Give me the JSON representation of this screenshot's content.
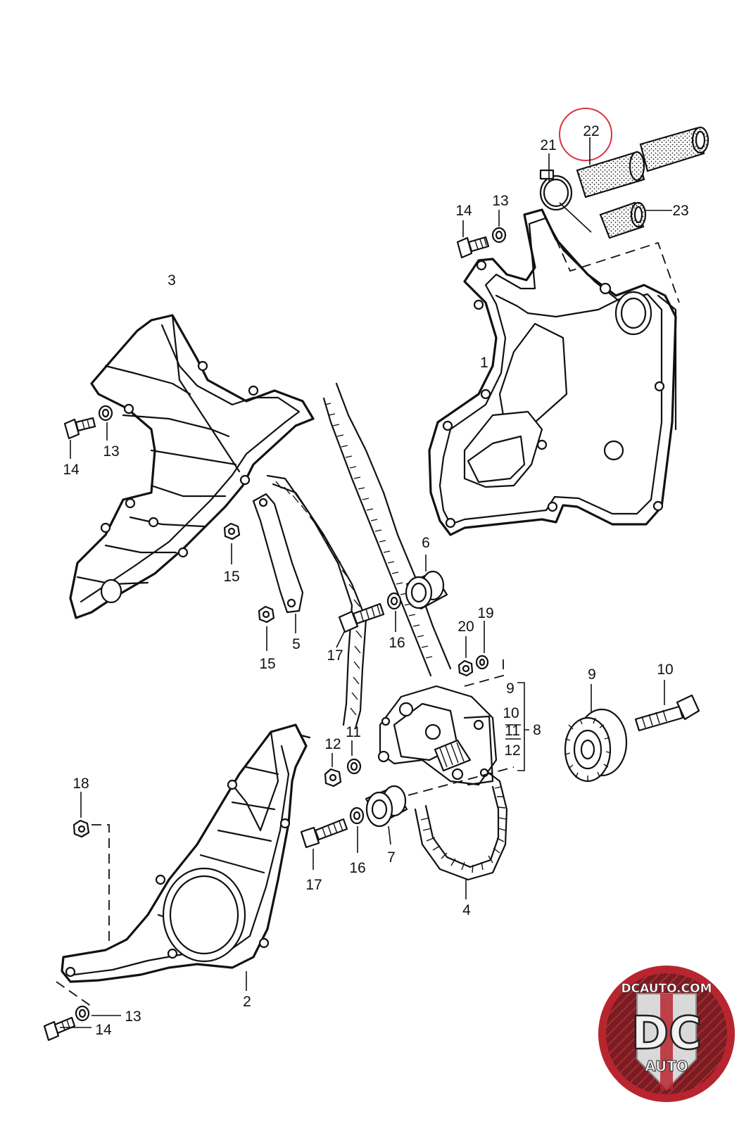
{
  "diagram": {
    "callouts": [
      {
        "id": "c1",
        "label": "1"
      },
      {
        "id": "c2",
        "label": "2"
      },
      {
        "id": "c3",
        "label": "3"
      },
      {
        "id": "c4",
        "label": "4"
      },
      {
        "id": "c5",
        "label": "5"
      },
      {
        "id": "c6",
        "label": "6"
      },
      {
        "id": "c7",
        "label": "7"
      },
      {
        "id": "c8",
        "label": "8"
      },
      {
        "id": "c9",
        "label": "9"
      },
      {
        "id": "c9b",
        "label": "9"
      },
      {
        "id": "c10",
        "label": "10"
      },
      {
        "id": "c10b",
        "label": "10"
      },
      {
        "id": "c11a",
        "label": "11"
      },
      {
        "id": "c11b",
        "label": "11"
      },
      {
        "id": "c12a",
        "label": "12"
      },
      {
        "id": "c12b",
        "label": "12"
      },
      {
        "id": "c13a",
        "label": "13"
      },
      {
        "id": "c13b",
        "label": "13"
      },
      {
        "id": "c13c",
        "label": "13"
      },
      {
        "id": "c14a",
        "label": "14"
      },
      {
        "id": "c14b",
        "label": "14"
      },
      {
        "id": "c14c",
        "label": "14"
      },
      {
        "id": "c15a",
        "label": "15"
      },
      {
        "id": "c15b",
        "label": "15"
      },
      {
        "id": "c16a",
        "label": "16"
      },
      {
        "id": "c16b",
        "label": "16"
      },
      {
        "id": "c17a",
        "label": "17"
      },
      {
        "id": "c17b",
        "label": "17"
      },
      {
        "id": "c18",
        "label": "18"
      },
      {
        "id": "c19",
        "label": "19"
      },
      {
        "id": "c20",
        "label": "20"
      },
      {
        "id": "c21",
        "label": "21"
      },
      {
        "id": "c22",
        "label": "22"
      },
      {
        "id": "c23",
        "label": "23"
      }
    ],
    "highlight_color": "#d9333f"
  },
  "logo": {
    "site_text": "DCAUTO.COM",
    "mark_text": "DC",
    "sub_text": "AUTO",
    "colors": {
      "ring": "#b8252f",
      "inner": "#6e1a1e",
      "shield": "#d9d9d9"
    }
  }
}
